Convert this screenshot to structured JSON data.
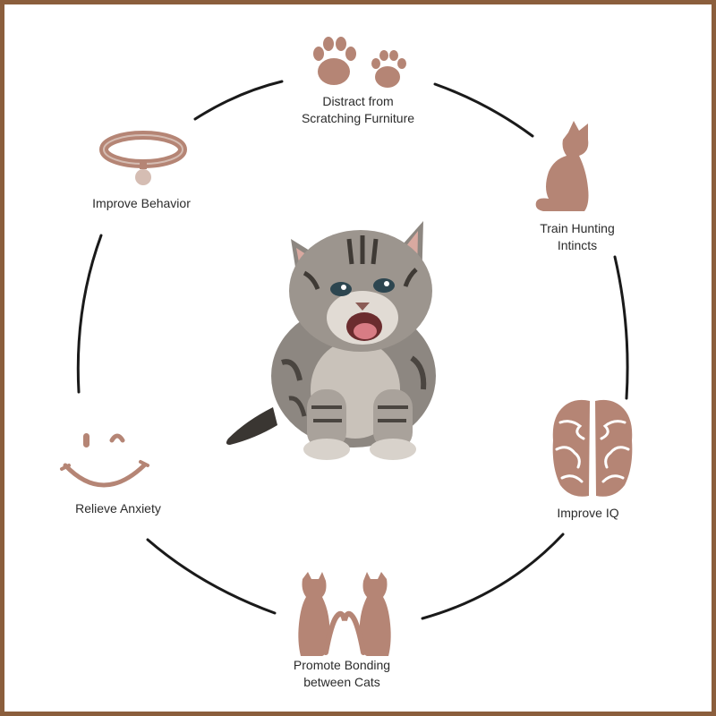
{
  "colors": {
    "frame": "#8b5e3c",
    "icon": "#b58575",
    "icon_light": "#d5bdb3",
    "ring": "#1a1a1a",
    "text": "#2b2b2b"
  },
  "center": {
    "image": "kitten-photo"
  },
  "benefits": [
    {
      "id": "distract",
      "icon": "paw-prints-icon",
      "lines": [
        "Distract from",
        "Scratching Furniture"
      ]
    },
    {
      "id": "hunting",
      "icon": "sitting-cat-icon",
      "lines": [
        "Train Hunting",
        "Intincts"
      ]
    },
    {
      "id": "iq",
      "icon": "brain-icon",
      "lines": [
        "Improve IQ"
      ]
    },
    {
      "id": "bonding",
      "icon": "two-cats-heart-icon",
      "lines": [
        "Promote Bonding",
        "between Cats"
      ]
    },
    {
      "id": "anxiety",
      "icon": "wink-smile-icon",
      "lines": [
        "Relieve Anxiety"
      ]
    },
    {
      "id": "behavior",
      "icon": "cat-collar-icon",
      "lines": [
        "Improve Behavior"
      ]
    }
  ]
}
